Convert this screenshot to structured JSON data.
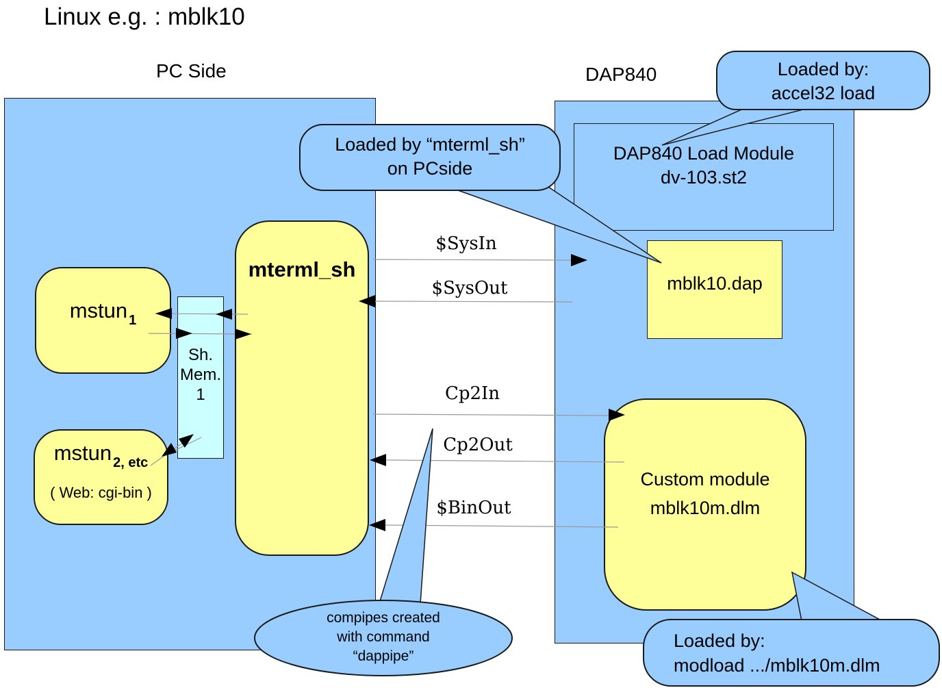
{
  "title": "Linux e.g. : mblk10",
  "colors": {
    "panel_blue": "#99CCFF",
    "box_yellow": "#FFFF99",
    "shmem_cyan": "#CCFFFF"
  },
  "pc_side": {
    "label": "PC Side",
    "mstun1": {
      "name": "mstun",
      "sub": "1"
    },
    "mstun2": {
      "name": "mstun",
      "sub": "2, etc",
      "note": "( Web: cgi-bin )"
    },
    "shmem": {
      "line1": "Sh.",
      "line2": "Mem.",
      "line3": "1"
    },
    "mterml": {
      "label": "mterml_sh"
    }
  },
  "dap": {
    "label": "DAP840",
    "load_module": {
      "line1": "DAP840 Load Module",
      "line2": "dv-103.st2"
    },
    "mblk10dap": {
      "label": "mblk10.dap"
    },
    "custom_module": {
      "line1": "Custom module",
      "line2": "mblk10m.dlm"
    }
  },
  "pipes": {
    "sysin": "$SysIn",
    "sysout": "$SysOut",
    "cp2in": "Cp2In",
    "cp2out": "Cp2Out",
    "binout": "$BinOut"
  },
  "bubbles": {
    "accel32": {
      "line1": "Loaded by:",
      "line2": "accel32 load"
    },
    "mterml_loaded": {
      "line1": "Loaded by “mterml_sh”",
      "line2": "on PCside"
    },
    "compipes": {
      "line1": "compipes created",
      "line2": "with command",
      "line3": "“dappipe”"
    },
    "modload": {
      "line1": "Loaded by:",
      "line2": "modload  .../mblk10m.dlm"
    }
  }
}
